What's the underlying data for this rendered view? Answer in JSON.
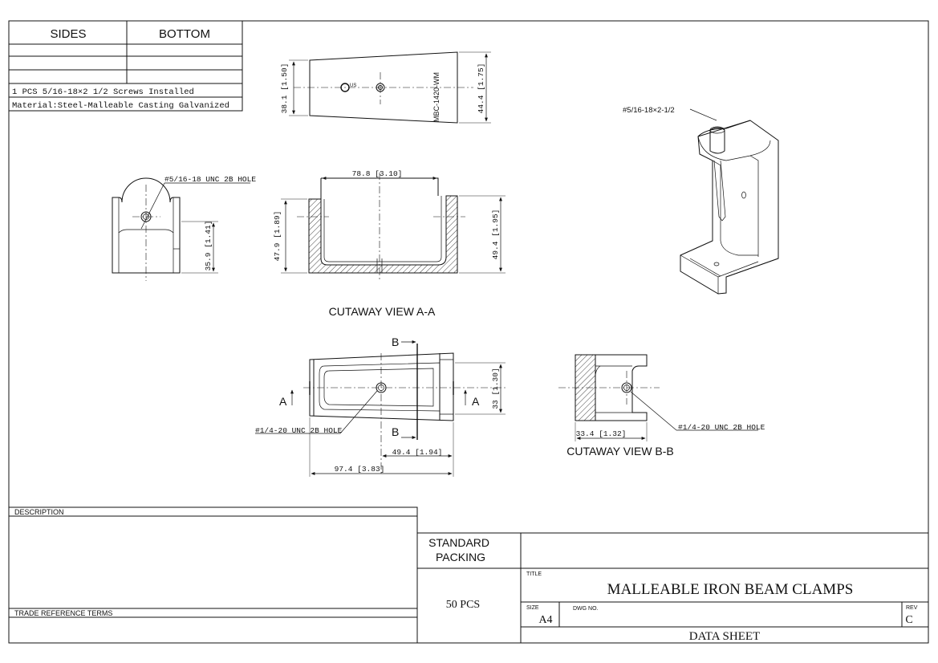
{
  "spec_table": {
    "col_sides": "SIDES",
    "col_bottom": "BOTTOM",
    "note_screws": "1 PCS 5/16-18×2 1/2 Screws Installed",
    "note_material": "Material:Steel-Malleable Casting Galvanized"
  },
  "top_view": {
    "dim_left": "38.1 [1.50]",
    "dim_right": "44.4 [1.75]",
    "part_mark": "MBC-1420-WM",
    "logo_mark": "US"
  },
  "side_view": {
    "hole_callout": "#5/16-18 UNC 2B HOLE",
    "dim_height": "35.9 [1.41]"
  },
  "section_aa": {
    "dim_top_width": "78.8 [3.10]",
    "dim_left": "47.9 [1.89]",
    "dim_right": "49.4 [1.95]",
    "caption": "CUTAWAY VIEW  A-A"
  },
  "iso_view": {
    "screw_callout": "#5/16-18×2-1/2"
  },
  "bottom_view": {
    "section_b_top": "B",
    "section_b_bottom": "B",
    "section_a_left": "A",
    "section_a_right": "A",
    "dim_height": "33 [1.30]",
    "hole_callout": "#1/4-20 UNC 2B HOLE",
    "dim_half": "49.4 [1.94]",
    "dim_total": "97.4 [3.83]"
  },
  "section_bb": {
    "hole_callout": "#1/4-20 UNC 2B HOLE",
    "dim_width": "33.4 [1.32]",
    "caption": "CUTAWAY VIEW B-B"
  },
  "title_block": {
    "description_label": "DESCRIPTION",
    "trade_terms_label": "TRADE REFERENCE TERMS",
    "standard_packing": "STANDARD PACKING",
    "packing_qty": "50 PCS",
    "title_label": "TITLE",
    "title_value": "MALLEABLE IRON BEAM CLAMPS",
    "size_label": "SIZE",
    "size_value": "A4",
    "dwg_label": "DWG NO.",
    "rev_label": "REV",
    "rev_value": "C",
    "footer": "DATA SHEET"
  }
}
